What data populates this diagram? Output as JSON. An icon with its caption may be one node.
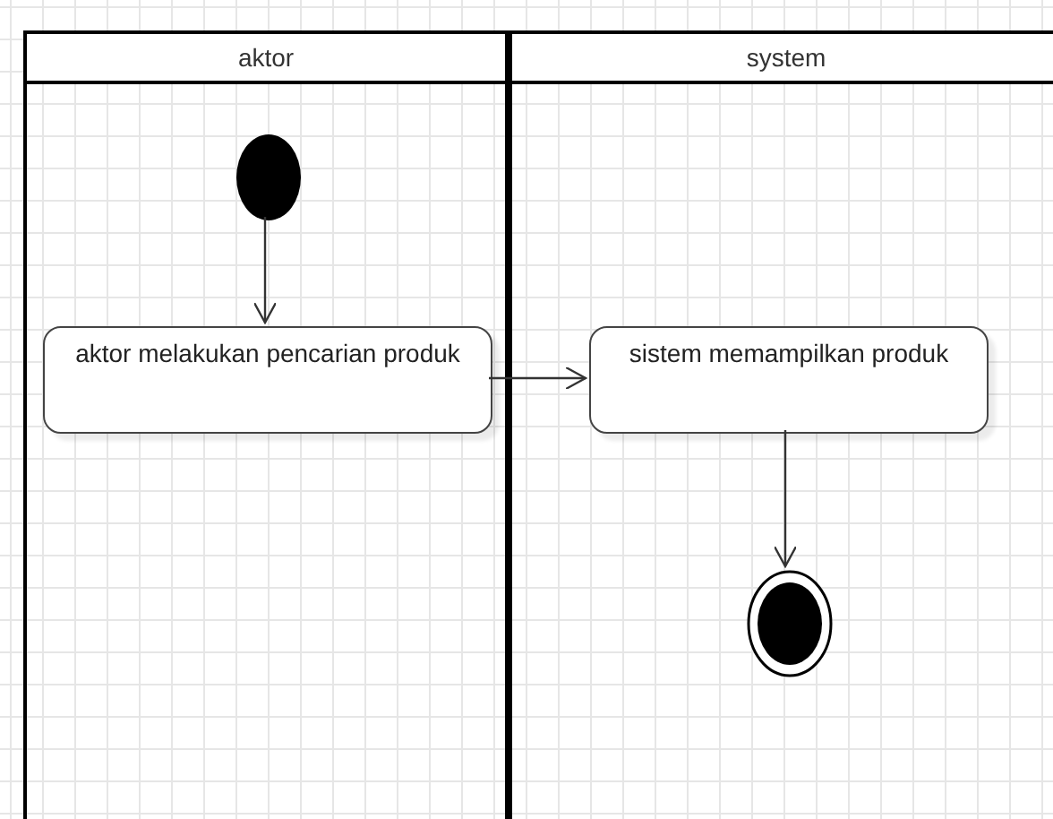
{
  "diagram": {
    "nodes": [
      {
        "text": [
          "aktor"
        ]
      },
      {
        "text": [
          "system"
        ]
      },
      {
        "text": [],
        "shape": "circle",
        "in": 0
      },
      {
        "text": [
          "aktor melakukan pencarian produk"
        ],
        "in": 0
      },
      {
        "text": [
          "sistem memampilkan produk"
        ],
        "in": 1
      },
      {
        "text": [],
        "shape": "bullseye",
        "in": 1
      }
    ],
    "edges": [
      {
        "from": 2,
        "to": 3,
        "arrow": "to"
      },
      {
        "from": 3,
        "to": 4,
        "arrow": "to"
      },
      {
        "from": 4,
        "to": 5,
        "arrow": "to"
      }
    ]
  }
}
